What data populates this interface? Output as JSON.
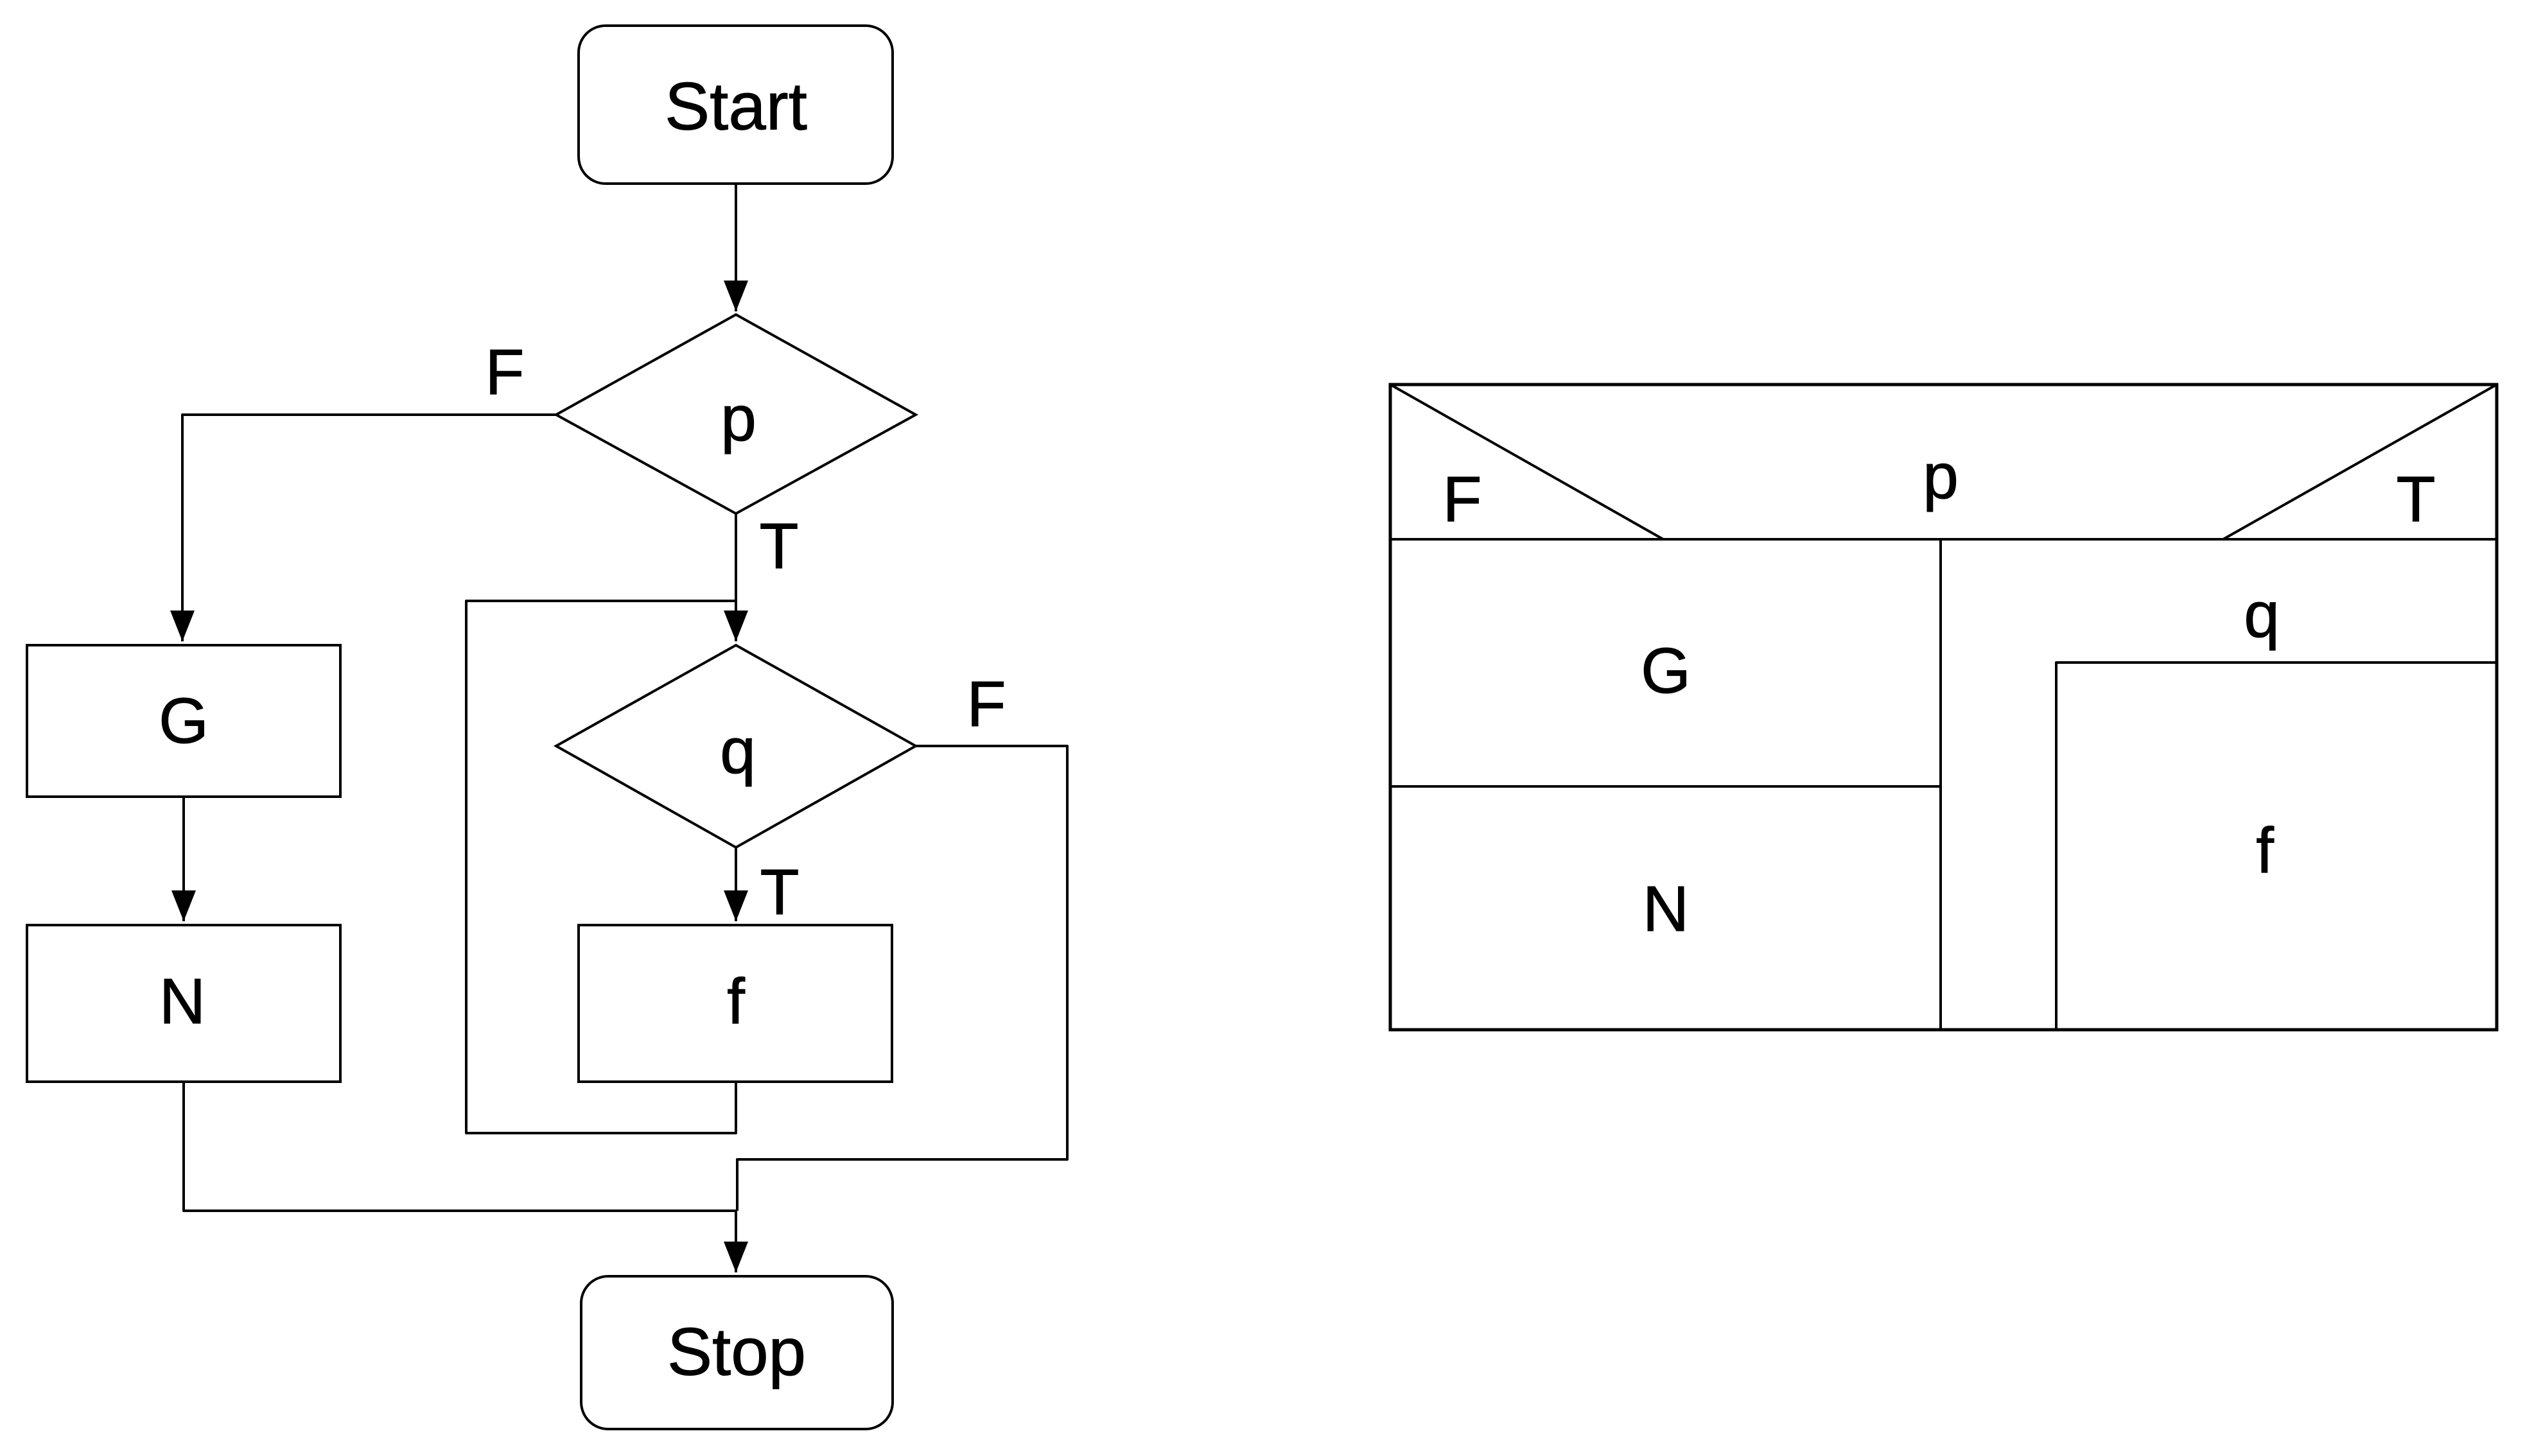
{
  "canvas": {
    "background": "#ffffff",
    "stroke_color": "#000000",
    "text_color": "#000000"
  },
  "flowchart": {
    "start": "Start",
    "stop": "Stop",
    "decisions": {
      "p": "p",
      "q": "q"
    },
    "processes": {
      "g": "G",
      "n": "N",
      "f": "f"
    },
    "edge_labels": {
      "p_false": "F",
      "p_true": "T",
      "q_false": "F",
      "q_true": "T"
    }
  },
  "nsd": {
    "condition": "p",
    "false_label": "F",
    "true_label": "T",
    "false_branch_steps": [
      "G",
      "N"
    ],
    "loop": {
      "condition": "q",
      "body": "f"
    }
  }
}
